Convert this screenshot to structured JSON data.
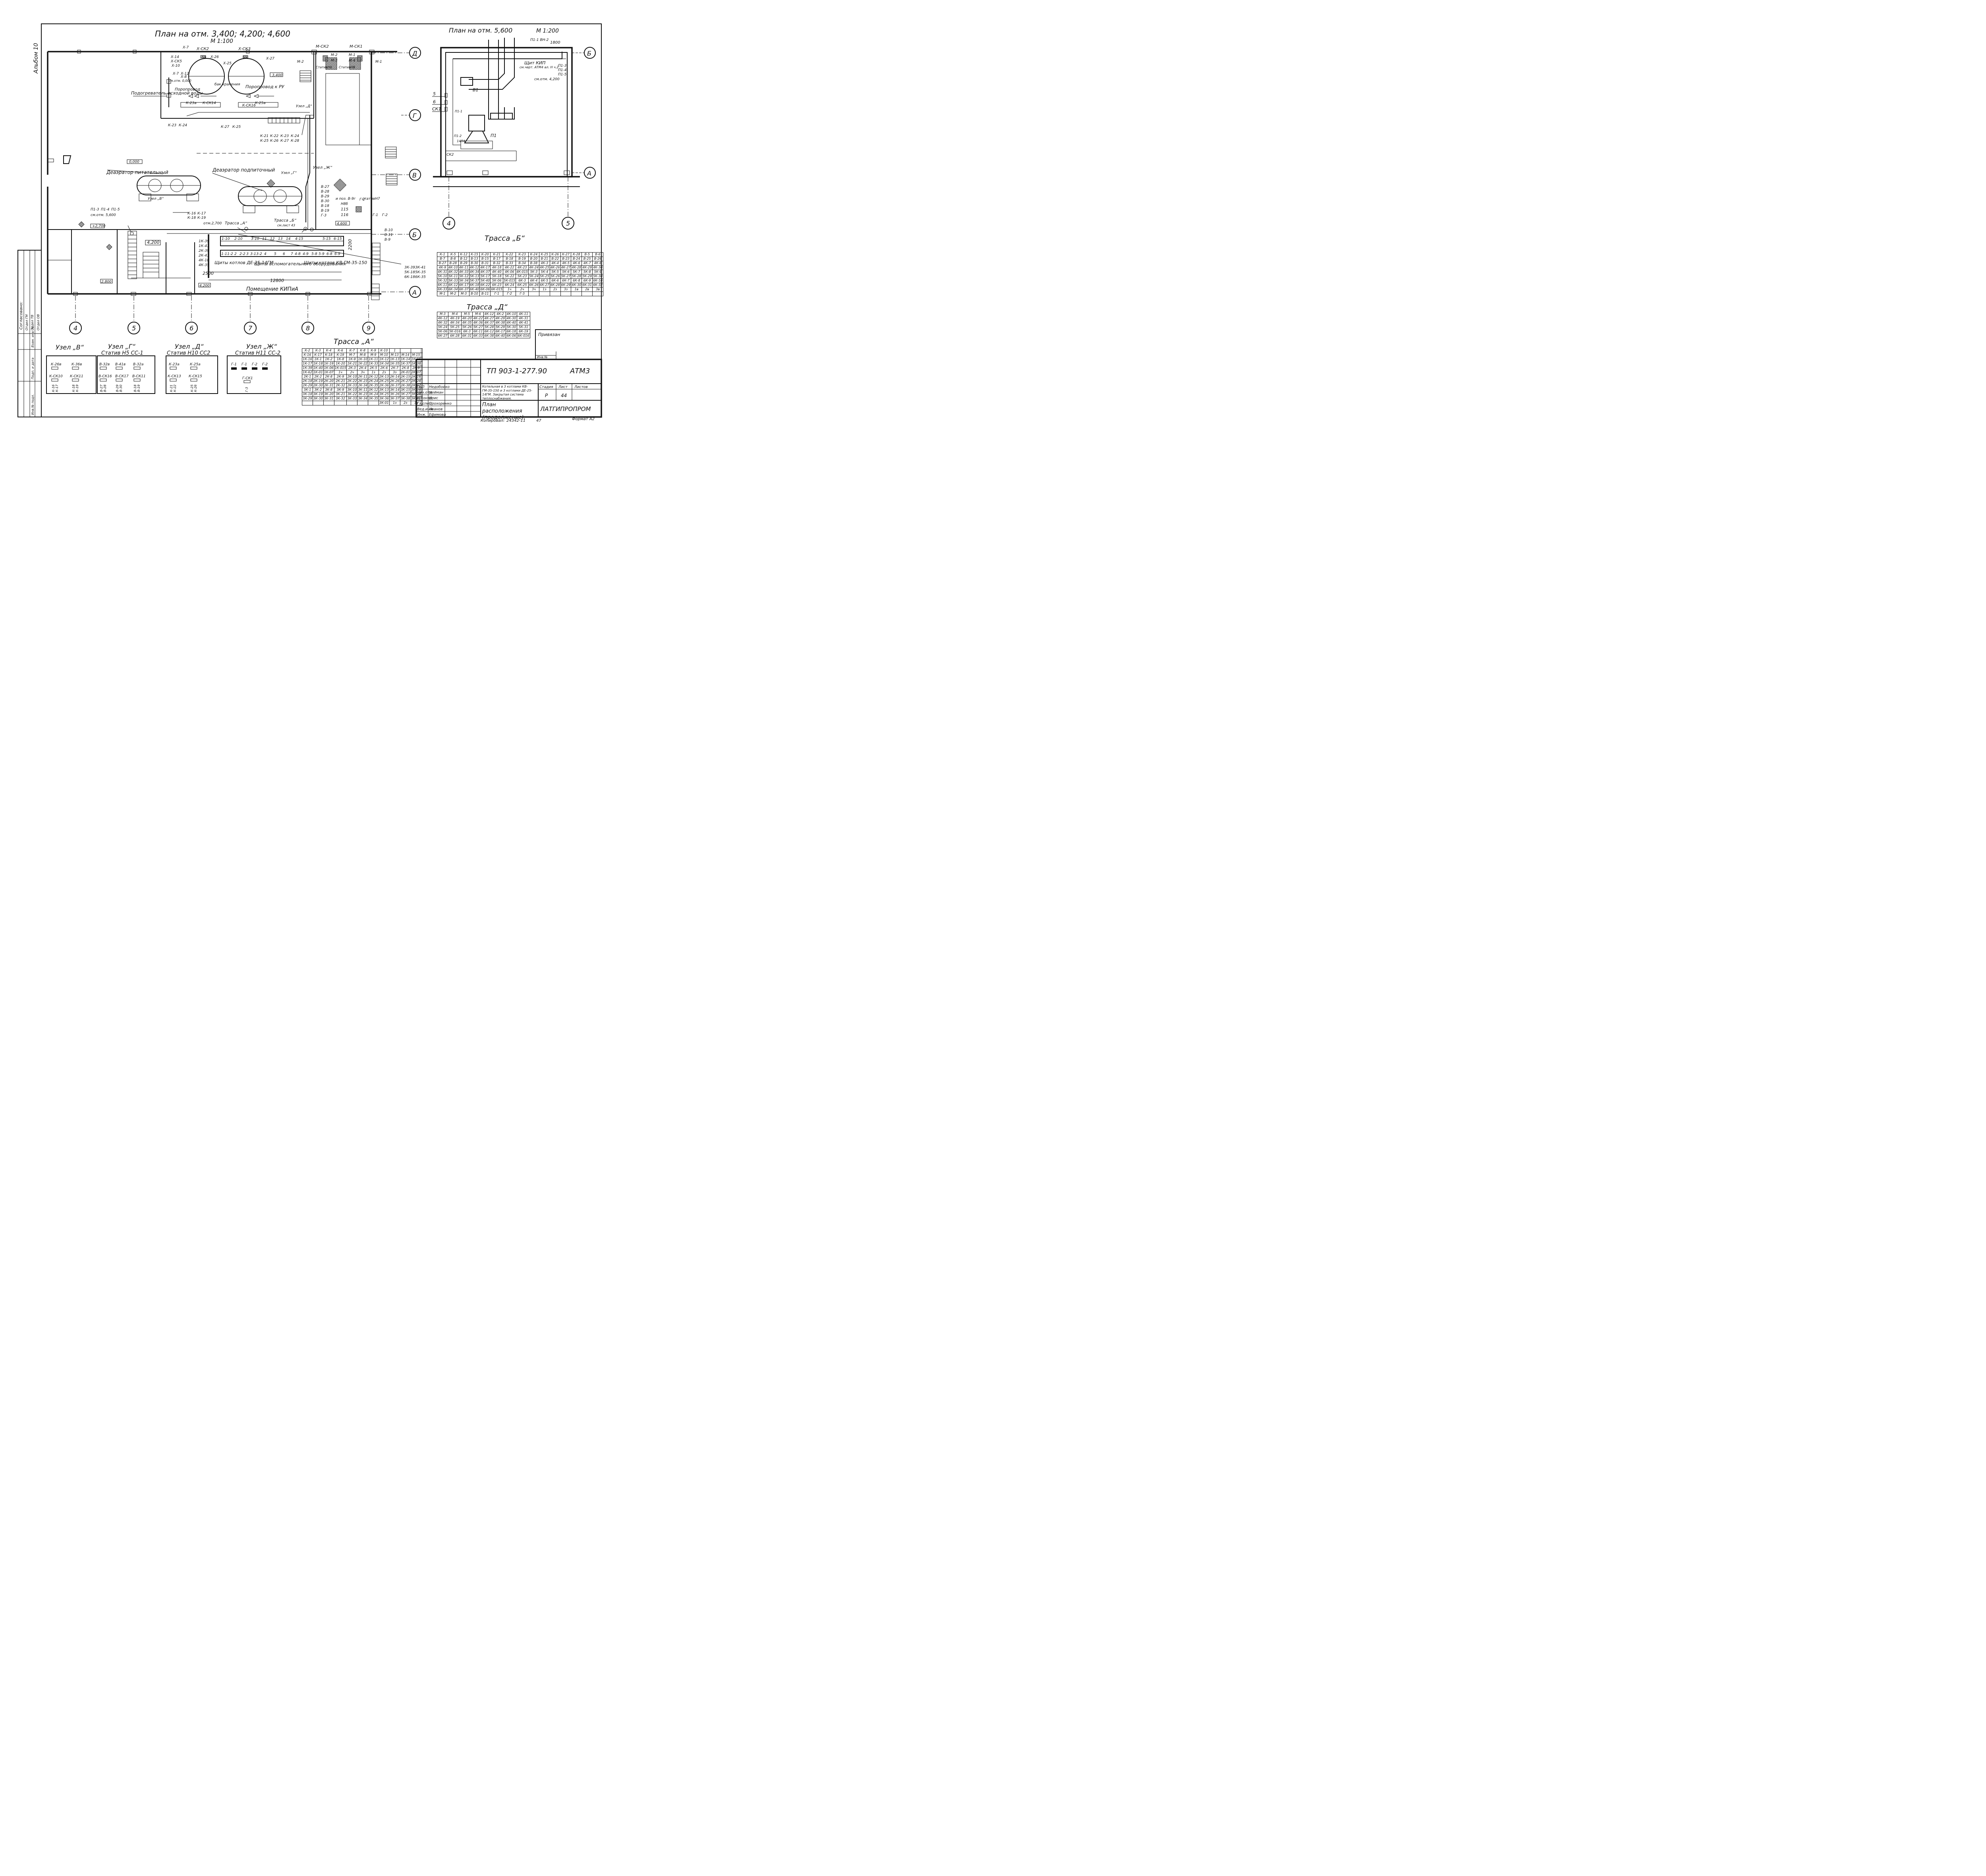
{
  "album_label": "Альбом 10",
  "main_plan": {
    "title": "План на отм. 3,400; 4,200; 4,600",
    "scale": "М 1:100",
    "axes_letters": [
      "Д",
      "Г",
      "В",
      "Б",
      "А"
    ],
    "axes_numbers": [
      "4",
      "5",
      "6",
      "7",
      "8",
      "9"
    ],
    "dims": {
      "d12800": "12800",
      "d2500": "2500",
      "d2200": "2200"
    },
    "elev": {
      "e0000": "0,000",
      "e2700": "+2,700",
      "e2800": "2,800",
      "e4200": "4,200",
      "e4200b": "4,200",
      "e3400": "3,400",
      "e4600": "4,600",
      "otm2700": "отм.2,700",
      "otm5600": "см.отм. 5,600",
      "otm0000": "см.отм. 0,000"
    },
    "equipment": {
      "heater": "Подогреватель исходной воды",
      "deaerator_feed": "Деаэратор питательный",
      "deaerator_makeup": "Деаэратор подпиточный",
      "pipeline_ru": "Поропровод к РУ",
      "pipeline": "Поропровод",
      "tank_cap": "бак хранения",
      "kip_room": "Помещение КИПиА",
      "boiler_panels_de": "Щиты котлов ДЕ-25-14ГМ",
      "aux_panels": "Щиты вспомогательного оборудования",
      "boiler_panels_kv": "Щиты котлов КВ-ГМ-35-150"
    },
    "nodes": {
      "uzel_d": "Узел „Д“",
      "uzel_g": "Узел „Г“",
      "uzel_zh": "Узел „Ж“",
      "uzel_v": "Узел „В“",
      "trassa_a": "Трасса „А“",
      "trassa_b": "Трасса „Б“",
      "see_sheet": "см.лист 43",
      "stativ7": "стативН7",
      "stativ8": "СтативН8",
      "stativ9": "СтативН9"
    },
    "tags": {
      "x7": "Х-7",
      "x14": "Х-14",
      "xck5": "Х-СК5",
      "x10": "Х-10",
      "xck2": "Х-СК2",
      "x26": "Х-26",
      "x25": "Х-25",
      "xck3": "Х-СК3",
      "x27": "Х-27",
      "x7b": "Х-7",
      "x12": "Х-12",
      "x8": "Х-8",
      "mck2": "М-СК2",
      "m2": "М-2",
      "m3": "М-3",
      "mck1": "М-СК1",
      "m1": "М-1",
      "m4": "М-4",
      "m2b": "М-2",
      "m1b": "М-1",
      "k23a": "К-23а",
      "kck14": "К-СК14",
      "kck16": "К-СК16",
      "k25a": "К-25а",
      "k23": "К-23",
      "k24": "К-24",
      "k27": "К-27",
      "k25": "К-25",
      "k21": "К-21",
      "k22": "К-22",
      "k23b": "К-23",
      "k24b": "К-24",
      "k25b": "К-25",
      "k26": "К-26",
      "k27b": "К-27",
      "k28": "К-28",
      "v27": "В-27",
      "v28": "В-28",
      "v29": "В-29",
      "v30": "В-30",
      "v18": "В-18",
      "v19": "В-19",
      "g3": "Г-3",
      "v9g": "и поз. В-9г",
      "n8b": "Н8б",
      "n115": "115",
      "n116": "116",
      "f2": "Г-2",
      "g1": "Г-1",
      "g2": "Г-2",
      "v10": "В-10",
      "v11": "В-11",
      "v9": "В-9",
      "pi3": "П1-3",
      "pi4": "П1-4",
      "pi5": "П1-5",
      "k16": "К-16",
      "k17": "К-17",
      "k18": "К-18",
      "k19": "К-19",
      "c1k39": "1К-39",
      "c1k41": "1К-41",
      "c2k39": "2К-39",
      "c2k41": "2К-41",
      "c4k18": "4К-18",
      "c4k35": "4К-35",
      "p110": "1-10",
      "p210": "2-10",
      "p310": "3-10",
      "p11": "11",
      "p12": "12",
      "p13": "13",
      "p14": "14",
      "p415": "4-15",
      "p515": "5-15",
      "p615": "6-15",
      "q1": "1-1",
      "q12": "1-2",
      "q2": "2",
      "q22": "2-2",
      "q3": "3",
      "q31": "3-1",
      "q32": "3-2",
      "q4": "4",
      "q5": "5",
      "q6": "6",
      "q7": "7",
      "q48": "4-8",
      "q49": "4-9",
      "q58": "5-8",
      "q59": "5-9",
      "q68": "6-8",
      "q69": "6-9",
      "r3k39": "3К-39",
      "r3k41": "3К-41",
      "r5k18": "5К-18",
      "r5k35": "5К-35",
      "r6k18": "6К-18",
      "r6k35": "6К-35"
    }
  },
  "plan_56": {
    "title": "План на отм. 5,600",
    "scale": "М 1:200",
    "axes": [
      "Б",
      "А",
      "4",
      "5"
    ],
    "tags": {
      "pi_vh2": "П1-1 ВН-2",
      "d1800": "1800",
      "kip": "Щит КИП",
      "kip_ref": "см.черт. АТМ4 ал. Н ч.2",
      "pi3": "П1-3",
      "pi4": "П1-4",
      "pi5": "П1-5",
      "otm": "см.отм. 4,200",
      "v1": "В1",
      "p1": "П1",
      "s5": "5",
      "s6": "6",
      "ck1": "СК1",
      "ck2": "СК2",
      "pi1": "П1-1",
      "pi2": "П1-2",
      "n14": "14П4"
    }
  },
  "trassa_b": {
    "title": "Трасса „Б“",
    "rows": [
      [
        "К-1",
        "К-5",
        "К-12",
        "К-15",
        "К-20",
        "К-21",
        "К-22",
        "К-23",
        "К-24",
        "К-25",
        "К-26",
        "К-27",
        "К-28",
        "В-5",
        "В-6"
      ],
      [
        "В-7",
        "В-8",
        "В-12",
        "В-13",
        "В-15",
        "В-17",
        "В-18",
        "В-19",
        "В-20",
        "В-21",
        "В-22",
        "В-23",
        "В-24",
        "В-25",
        "В-26"
      ],
      [
        "В-27",
        "В-28",
        "В-29",
        "В-30",
        "В-31",
        "В-32",
        "В-33",
        "В-34",
        "В-38",
        "4К-3",
        "4К-4",
        "4К-5",
        "4К-6",
        "4К-7",
        "4К-8"
      ],
      [
        "4К-9",
        "4К-10",
        "4К-11",
        "4К-12",
        "4К-17",
        "4К-18",
        "4К-22",
        "4К-23",
        "4К-24",
        "4К-25",
        "4К-26",
        "4К-27",
        "4К-28",
        "4К-29",
        "4К-30"
      ],
      [
        "4К-31",
        "4К-32",
        "4К-33",
        "4К-34",
        "4К-37",
        "4К-40",
        "4К-06",
        "4К-015",
        "5К-3",
        "5К-4",
        "5К-5",
        "5К-6",
        "5К-7",
        "5К-8",
        "5К-9"
      ],
      [
        "5К-10",
        "5К-11",
        "5К-12",
        "5К-13",
        "5К-17",
        "5К-18",
        "5К-22",
        "5К-23",
        "5К-24",
        "5К-25",
        "5К-26",
        "5К-27",
        "5К-28",
        "5К-29",
        "5К-30"
      ],
      [
        "5К-32",
        "5К-33",
        "5К-34",
        "5К-37",
        "5К-40",
        "5К-06",
        "5К-015",
        "6К-3",
        "6К-4",
        "6К-5",
        "6К-6",
        "6К-7",
        "6К-8",
        "6К-9",
        "6К-10"
      ],
      [
        "6К-11",
        "6К-12",
        "6К-17",
        "6К-18",
        "6К-22",
        "6К-23",
        "6К-24",
        "6К-25",
        "6К-26",
        "6К-27",
        "6К-28",
        "6К-29",
        "6К-30",
        "6К-31",
        "6К-32"
      ],
      [
        "6К-33",
        "6К-34",
        "6К-37",
        "6К-40",
        "6К-06",
        "6К-015",
        "1ч",
        "2ч",
        "3ч",
        "1з",
        "2з",
        "3з",
        "1в",
        "2в",
        "3в"
      ],
      [
        "М-1",
        "М-2",
        "М-3",
        "В-10",
        "В-11",
        "Г-1",
        "Г-2",
        "Г-3",
        "",
        "",
        "",
        "",
        "",
        "",
        ""
      ]
    ]
  },
  "trassa_d": {
    "title": "Трасса „Д“",
    "rows": [
      [
        "М-3",
        "М-4",
        "М-5",
        "М-6",
        "4К-12",
        "4К-2",
        "4К-10",
        "4К-11"
      ],
      [
        "4К-12",
        "4К-19",
        "4К-20",
        "4К-22",
        "4К-27",
        "4К-29",
        "4К-30",
        "4К-31"
      ],
      [
        "4К-32",
        "4К-34",
        "4К-35",
        "4К-36",
        "4К-37",
        "4К-38",
        "4К-40",
        "4К-41"
      ],
      [
        "5К-24",
        "5К-25",
        "5К-26",
        "5К-27",
        "5К-28",
        "5К-29",
        "5К-30",
        "5К-31"
      ],
      [
        "5К-06",
        "5К-016",
        "6К-3",
        "6К-11",
        "6К-12",
        "6К-17",
        "6К-18",
        "6К-19"
      ],
      [
        "6К-27",
        "6К-28",
        "6К-31",
        "6К-33",
        "6К-38",
        "6К-40",
        "6К-06",
        "6К-016"
      ]
    ]
  },
  "trassa_a": {
    "title": "Трасса „А“",
    "rows": [
      [
        "К-2",
        "К-3",
        "К-4",
        "К-6",
        "К-7",
        "К-8",
        "К-9",
        "К-10",
        "1",
        "",
        "",
        ""
      ],
      [
        "К-16",
        "К-17",
        "К-18",
        "К-19",
        "М-7",
        "М-8",
        "М-9",
        "М-10",
        "М-13",
        "М-14",
        "М-15",
        ""
      ],
      [
        "1К-16",
        "1К-1",
        "1К-2",
        "1К-8",
        "1К-9",
        "1К-10",
        "1К-11",
        "1К-12",
        "1К-13",
        "1К-14",
        "1К-15",
        ""
      ],
      [
        "1К-17",
        "1К-18",
        "1К-19",
        "1К-20",
        "1К-21",
        "1К-22",
        "1К-33",
        "1К-34",
        "1К-35",
        "1К-37",
        "1К-38",
        ""
      ],
      [
        "1К-39",
        "1К-40",
        "1К-06",
        "1К-015",
        "2К-3",
        "2К-4",
        "2К-5",
        "2К-6",
        "2К-7",
        "2К-8",
        "2К-9",
        ""
      ],
      [
        "1К-62",
        "1К-01",
        "1К-07",
        "1ч",
        "2ч",
        "3ч",
        "1з",
        "2з",
        "3з",
        "2К-01",
        "2К-07",
        ""
      ],
      [
        "2К-1",
        "2К-2",
        "2К-8",
        "2К-9",
        "2К-10",
        "2К-11",
        "2К-12",
        "2К-13",
        "2К-14",
        "2К-15",
        "2К-16",
        ""
      ],
      [
        "2К-18",
        "2К-19",
        "2К-20",
        "2К-21",
        "2К-22",
        "2К-23",
        "2К-24",
        "2К-25",
        "2К-26",
        "2К-27",
        "2К-28",
        ""
      ],
      [
        "2К-29",
        "2К-30",
        "2К-31",
        "2К-32",
        "2К-33",
        "2К-34",
        "2К-35",
        "2К-36",
        "2К-37",
        "2К-38",
        "2К-62",
        ""
      ],
      [
        "3К-1",
        "3К-2",
        "3К-8",
        "3К-9",
        "3К-10",
        "3К-11",
        "3К-12",
        "3К-13",
        "3К-14",
        "3К-15",
        "3К-16",
        ""
      ],
      [
        "3К-18",
        "3К-19",
        "3К-20",
        "3К-21",
        "3К-22",
        "3К-23",
        "3К-24",
        "3К-25",
        "3К-26",
        "3К-27",
        "3К-28",
        ""
      ],
      [
        "3К-29",
        "3К-30",
        "3К-31",
        "3К-32",
        "3К-33",
        "3К-34",
        "3К-35",
        "3К-36",
        "3К-37",
        "3К-38",
        "3К-62",
        ""
      ],
      [
        "",
        "",
        "",
        "",
        "",
        "",
        "",
        "3К-01",
        "1з",
        "2з",
        "3з",
        ""
      ]
    ]
  },
  "node_details": {
    "v": {
      "title": "Узел „В“",
      "a": "К-26в",
      "b": "К-36в",
      "c": "К-СК10",
      "d": "К-СК11",
      "e1": "К-16",
      "e2": "К-17",
      "e3": "К-18",
      "e4": "К-19"
    },
    "g": {
      "title": "Узел „Г“",
      "sub": "Статив Н5  СС-1",
      "a": "В-32в",
      "b": "В-41в",
      "c": "В-32а",
      "d": "В-СК16",
      "e": "В-СК17",
      "f": "В-СК11",
      "e1": "В-27",
      "e2": "В-28",
      "e3": "В-29",
      "e4": "В-30",
      "e5": "В-18",
      "e6": "В-19"
    },
    "d": {
      "title": "Узел „Д“",
      "sub": "Статив Н10 СС2",
      "a": "К-23а",
      "b": "К-25а",
      "c": "К-СК13",
      "d": "К-СК15",
      "e1": "К-21",
      "e2": "К-22",
      "e3": "К-25",
      "e4": "К-26"
    },
    "zh": {
      "title": "Узел „Ж“",
      "sub": "Статив Н11 СС-2",
      "a": "Г-1",
      "b": "Г-1",
      "c": "Г-2",
      "d": "Г-2",
      "e": "Г-СК1",
      "f": "Г-3"
    }
  },
  "left_stamp": {
    "title": "Согласовано:",
    "r1": "Отдел ГМ",
    "r2": "Отдел ТВ",
    "r3": "Отдел ОВ",
    "s1": "Инв.№ подл.",
    "s2": "Подп. и дата",
    "s3": "Взам. инв. №"
  },
  "title_block": {
    "doc_code": "ТП 903-1-277.90",
    "doc_suffix": "АТМ3",
    "project": "Котельная в 3 котлами КВ-ГМ-35-150 и 3 котлами ДЕ-25-14ГМ. Закрытая система теплоснабжения.",
    "sheet_title": "План расположения (продолжение).",
    "org": "ЛАТГИПРОПРОМ",
    "stage_label": "Стадия",
    "sheet_label": "Лист",
    "sheets_label": "Листов",
    "stage": "Р",
    "sheet": "44",
    "sheets": "",
    "roles": [
      "ГИП",
      "Нач.отд",
      "Н.контр",
      "Гл.спец",
      "Вед.инж",
      "Инж."
    ],
    "names": [
      "Недобойко",
      "Нейман",
      "Ирис",
      "Прохоренко",
      "Иванов",
      "Ефимова"
    ],
    "privyazan": "Привязан",
    "inv": "Инв.№",
    "copied": "Копировал:",
    "copy_num": "24342-11",
    "copy_num2": "47",
    "format": "Формат А2"
  }
}
